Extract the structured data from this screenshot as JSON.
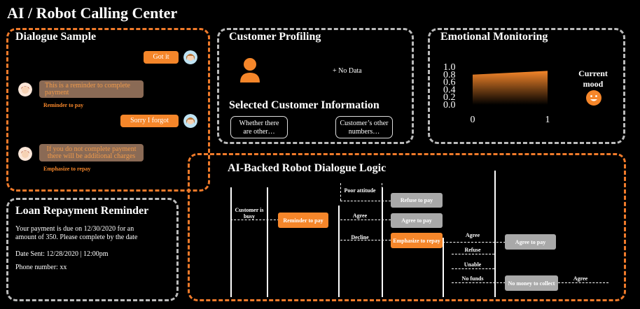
{
  "page_title": "AI / Robot Calling Center",
  "dialogue": {
    "title": "Dialogue Sample",
    "messages": [
      {
        "role": "user",
        "text": "Got it"
      },
      {
        "role": "bot",
        "text": "This is a reminder to complete payment",
        "tag": "Reminder to pay"
      },
      {
        "role": "user",
        "text": "Sorry I forgot"
      },
      {
        "role": "bot",
        "text": "If you do not complete payment there will be additional charges",
        "tag": "Emphasize to repay"
      }
    ]
  },
  "profiling": {
    "title": "Customer Profiling",
    "no_data": "+  No Data",
    "selected_title": "Selected Customer Information",
    "options": [
      "Whether there are other…",
      "Customer’s other numbers…"
    ]
  },
  "emotion": {
    "title": "Emotional Monitoring",
    "mood_label": "Current mood",
    "colors": {
      "accent": "#f5862a"
    }
  },
  "chart_data": {
    "type": "area",
    "x": [
      0,
      1
    ],
    "values": [
      0.8,
      0.9
    ],
    "xlim": [
      0,
      1
    ],
    "ylim": [
      0,
      1
    ],
    "yticks": [
      "0.0",
      "0.2",
      "0.4",
      "0.6",
      "0.8",
      "1.0"
    ],
    "xticks": [
      "0",
      "1"
    ]
  },
  "loan": {
    "title": "Loan Repayment Reminder",
    "body": "Your payment is due on 12/30/2020 for an amount of 350. Please complete by the date",
    "date_sent": "Date Sent: 12/28/2020 | 12:00pm",
    "phone": "Phone number: xx"
  },
  "logic": {
    "title": "AI-Backed Robot Dialogue Logic",
    "labels": {
      "customer_busy": "Customer is busy",
      "reminder": "Reminder to pay",
      "poor_attitude": "Poor attitude",
      "refuse_to_pay": "Refuse to pay",
      "agree1": "Agree",
      "agree_to_pay_mid": "Agree to pay",
      "decline": "Decline",
      "emphasize": "Emphasize to repay",
      "agree2": "Agree",
      "refuse": "Refuse",
      "unable": "Unable",
      "no_funds": "No funds",
      "agree_to_pay": "Agree to pay",
      "no_money": "No money to collect",
      "agree3": "Agree"
    }
  }
}
